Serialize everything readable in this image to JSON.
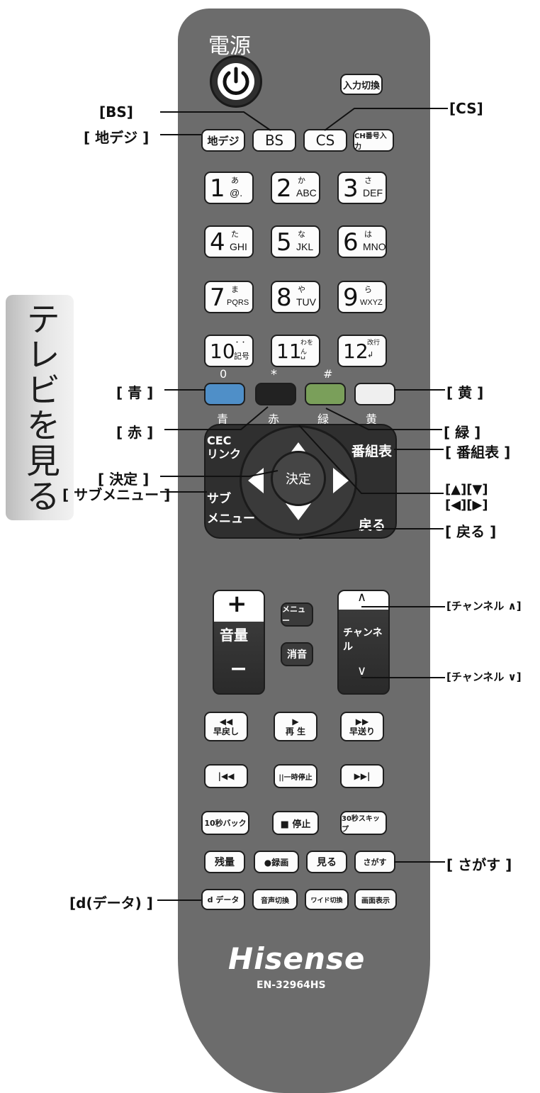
{
  "side_tab": "テレビを見る",
  "remote": {
    "power_label": "電源",
    "input_switch": "入力切換",
    "broadcast": {
      "terrestrial": "地デジ",
      "bs": "BS",
      "cs": "CS",
      "ch_input": "CH番号入力"
    },
    "numbers": [
      {
        "n": "1",
        "kana": "あ",
        "lat": "@."
      },
      {
        "n": "2",
        "kana": "か",
        "lat": "ABC"
      },
      {
        "n": "3",
        "kana": "さ",
        "lat": "DEF"
      },
      {
        "n": "4",
        "kana": "た",
        "lat": "GHI"
      },
      {
        "n": "5",
        "kana": "な",
        "lat": "JKL"
      },
      {
        "n": "6",
        "kana": "は",
        "lat": "MNO"
      },
      {
        "n": "7",
        "kana": "ま",
        "lat": "PQRS"
      },
      {
        "n": "8",
        "kana": "や",
        "lat": "TUV"
      },
      {
        "n": "9",
        "kana": "ら",
        "lat": "WXYZ"
      },
      {
        "n": "10",
        "kana": "・・",
        "lat": "記号"
      },
      {
        "n": "11",
        "kana": "わをん",
        "lat": "␣"
      },
      {
        "n": "12",
        "kana": "改行",
        "lat": "↲"
      }
    ],
    "color_symbols": [
      "0",
      "*",
      "#"
    ],
    "colors": [
      {
        "label": "青",
        "color": "#4f8fc8"
      },
      {
        "label": "赤",
        "color": "#222222"
      },
      {
        "label": "緑",
        "color": "#7a9f5a"
      },
      {
        "label": "黄",
        "color": "#efefef"
      }
    ],
    "cec_link": [
      "CEC",
      "リンク"
    ],
    "program_guide": "番組表",
    "enter": "決定",
    "sub_menu": [
      "サブ",
      "メニュー"
    ],
    "back": "戻る",
    "volume": {
      "plus": "+",
      "label": "音量",
      "minus": "−"
    },
    "menu": "メニュー",
    "mute": "消音",
    "channel": {
      "up": "∧",
      "label": "チャンネル",
      "down": "∨"
    },
    "transport": {
      "rewind": [
        "◀◀",
        "早戻し"
      ],
      "play": [
        "▶",
        "再 生"
      ],
      "ff": [
        "▶▶",
        "早送り"
      ],
      "prev": "|◀◀",
      "pause": "||一時停止",
      "next": "▶▶|",
      "back10": "10秒バック",
      "stop": "■ 停止",
      "skip30": "30秒スキップ"
    },
    "row_a": [
      "残量",
      "●録画",
      "見る",
      "さがす"
    ],
    "row_b": [
      "d データ",
      "音声切換",
      "ワイド切換",
      "画面表示"
    ],
    "brand": "Hisense",
    "model": "EN-32964HS"
  },
  "callouts": {
    "bs": "[BS]",
    "terrestrial": "[ 地デジ ]",
    "cs": "[CS]",
    "blue": "[ 青 ]",
    "red": "[ 赤 ]",
    "enter": "[ 決定 ]",
    "sub_menu": "[ サブメニュー ]",
    "d_data": "[d(データ) ]",
    "yellow": "[ 黄 ]",
    "green": "[ 緑 ]",
    "program_guide": "[ 番組表 ]",
    "up_down": "[▲][▼]",
    "left_right": "[◀][▶]",
    "back": "[ 戻る ]",
    "ch_up": "[チャンネル ∧]",
    "ch_down": "[チャンネル ∨]",
    "search": "[ さがす ]"
  }
}
